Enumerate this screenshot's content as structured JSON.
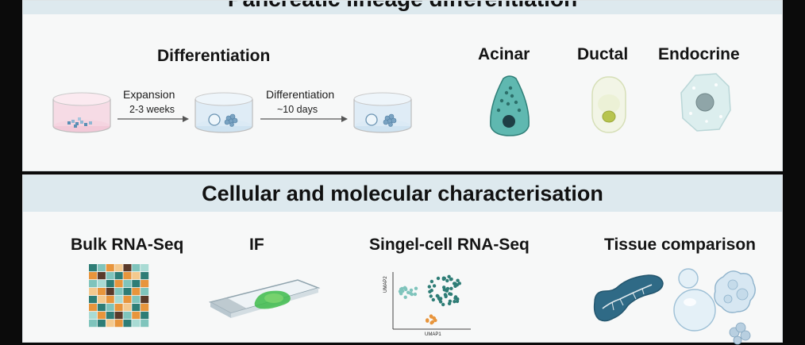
{
  "top": {
    "heading": "Pancreatic lineage differentiation",
    "differentiation_label": "Differentiation",
    "step1": {
      "title": "Expansion",
      "duration": "2-3 weeks"
    },
    "step2": {
      "title": "Differentiation",
      "duration": "~10 days"
    },
    "cell_types": [
      "Acinar",
      "Ductal",
      "Endocrine"
    ]
  },
  "bottom": {
    "heading": "Cellular and molecular characterisation",
    "methods": [
      "Bulk RNA-Seq",
      "IF",
      "Singel-cell RNA-Seq",
      "Tissue comparison"
    ],
    "umap_y": "UMAP2",
    "umap_x": "UMAP1"
  },
  "colors": {
    "teal_dark": "#2e7d76",
    "teal_light": "#7fc4bc",
    "orange": "#e8953c",
    "banner": "#dde9ee",
    "green": "#35b049"
  }
}
